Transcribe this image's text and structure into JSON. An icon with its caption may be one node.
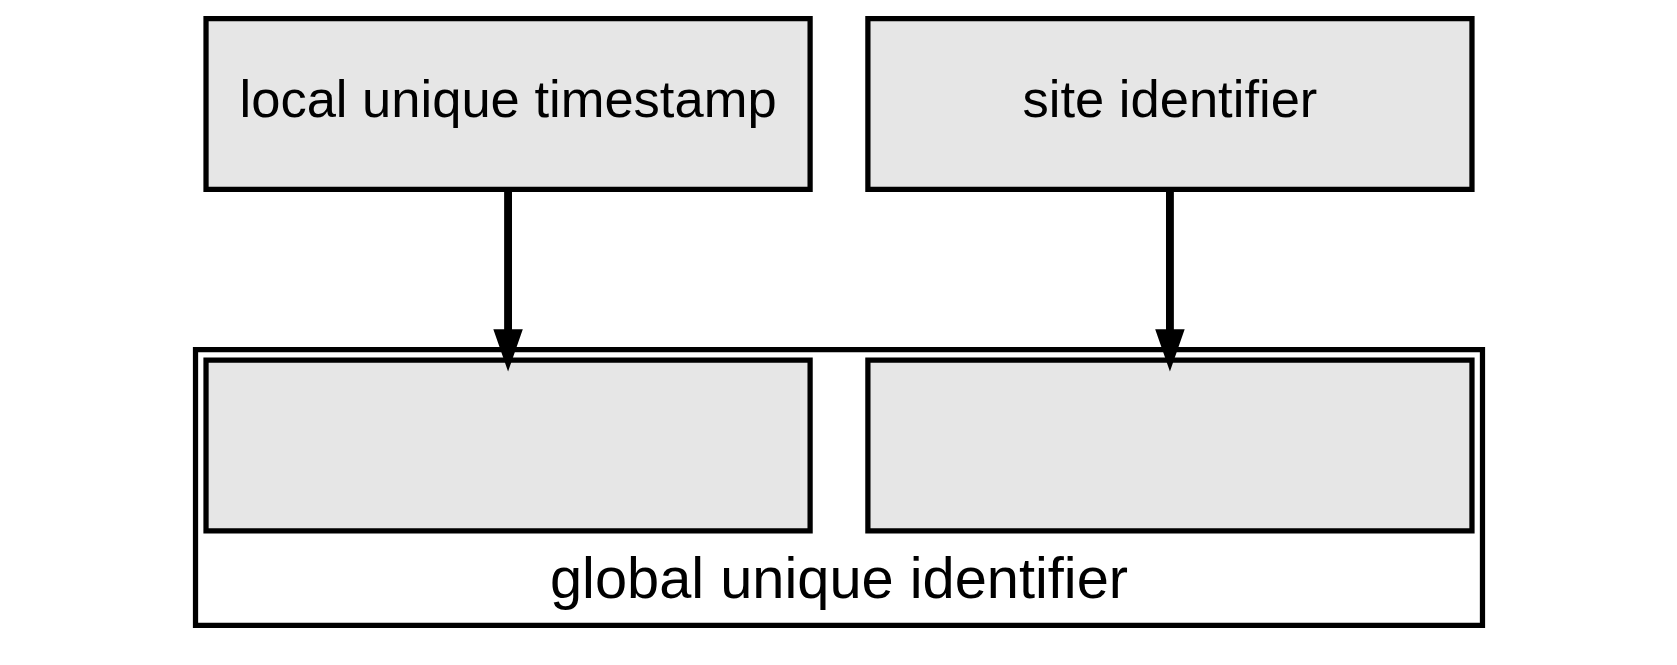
{
  "diagram": {
    "nodes": [
      {
        "text": [
          "local unique timestamp"
        ]
      },
      {
        "text": [
          "site identifier"
        ]
      },
      {
        "text": [
          "global unique identifier"
        ]
      },
      {
        "text": [],
        "shape": "box",
        "in": 2
      },
      {
        "text": [],
        "shape": "box",
        "in": 2
      }
    ],
    "edges": [
      {
        "from": 0,
        "to": 3,
        "arrow": "to"
      },
      {
        "from": 1,
        "to": 4,
        "arrow": "to"
      }
    ]
  }
}
